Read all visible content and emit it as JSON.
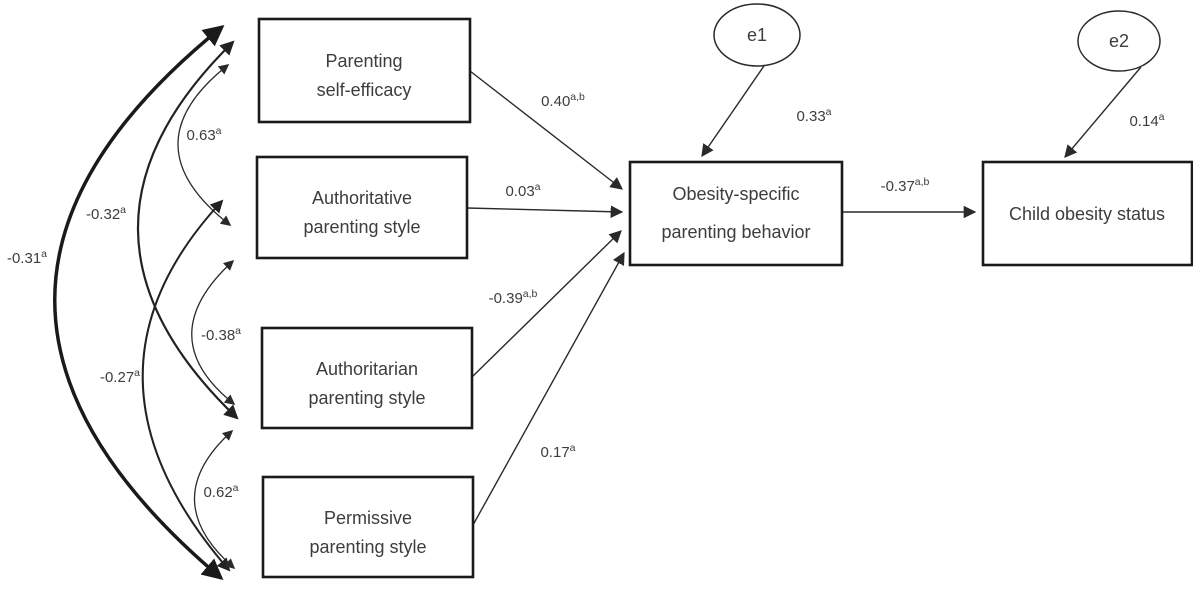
{
  "diagram": {
    "type": "sem-path-diagram",
    "nodes": {
      "pse": {
        "line1": "Parenting",
        "line2": "self-efficacy"
      },
      "authoritative": {
        "line1": "Authoritative",
        "line2": "parenting style"
      },
      "authoritarian": {
        "line1": "Authoritarian",
        "line2": "parenting style"
      },
      "permissive": {
        "line1": "Permissive",
        "line2": "parenting style"
      },
      "behavior": {
        "line1": "Obesity-specific",
        "line2": "parenting behavior"
      },
      "child": {
        "line1": "Child obesity status"
      },
      "e1": {
        "label": "e1"
      },
      "e2": {
        "label": "e2"
      }
    },
    "path_coefficients": {
      "pse_to_behavior": {
        "value": "0.40",
        "sup": "a,b"
      },
      "authoritative_to_behavior": {
        "value": "0.03",
        "sup": "a"
      },
      "authoritarian_to_behavior": {
        "value": "-0.39",
        "sup": "a,b"
      },
      "permissive_to_behavior": {
        "value": "0.17",
        "sup": "a"
      },
      "behavior_to_child": {
        "value": "-0.37",
        "sup": "a,b"
      },
      "e1_to_behavior": {
        "value": "0.33",
        "sup": "a"
      },
      "e2_to_child": {
        "value": "0.14",
        "sup": "a"
      }
    },
    "covariances": {
      "pse_authoritative": {
        "value": "0.63",
        "sup": "a"
      },
      "pse_authoritarian": {
        "value": "-0.32",
        "sup": "a"
      },
      "pse_permissive": {
        "value": "-0.31",
        "sup": "a"
      },
      "authoritative_authoritarian": {
        "value": "-0.38",
        "sup": "a"
      },
      "authoritative_permissive": {
        "value": "-0.27",
        "sup": "a"
      },
      "authoritarian_permissive": {
        "value": "0.62",
        "sup": "a"
      }
    },
    "colors": {
      "line": "#2a2a2a",
      "box_border": "#1a1a1a",
      "text": "#3d3d3d",
      "background": "#ffffff"
    }
  }
}
